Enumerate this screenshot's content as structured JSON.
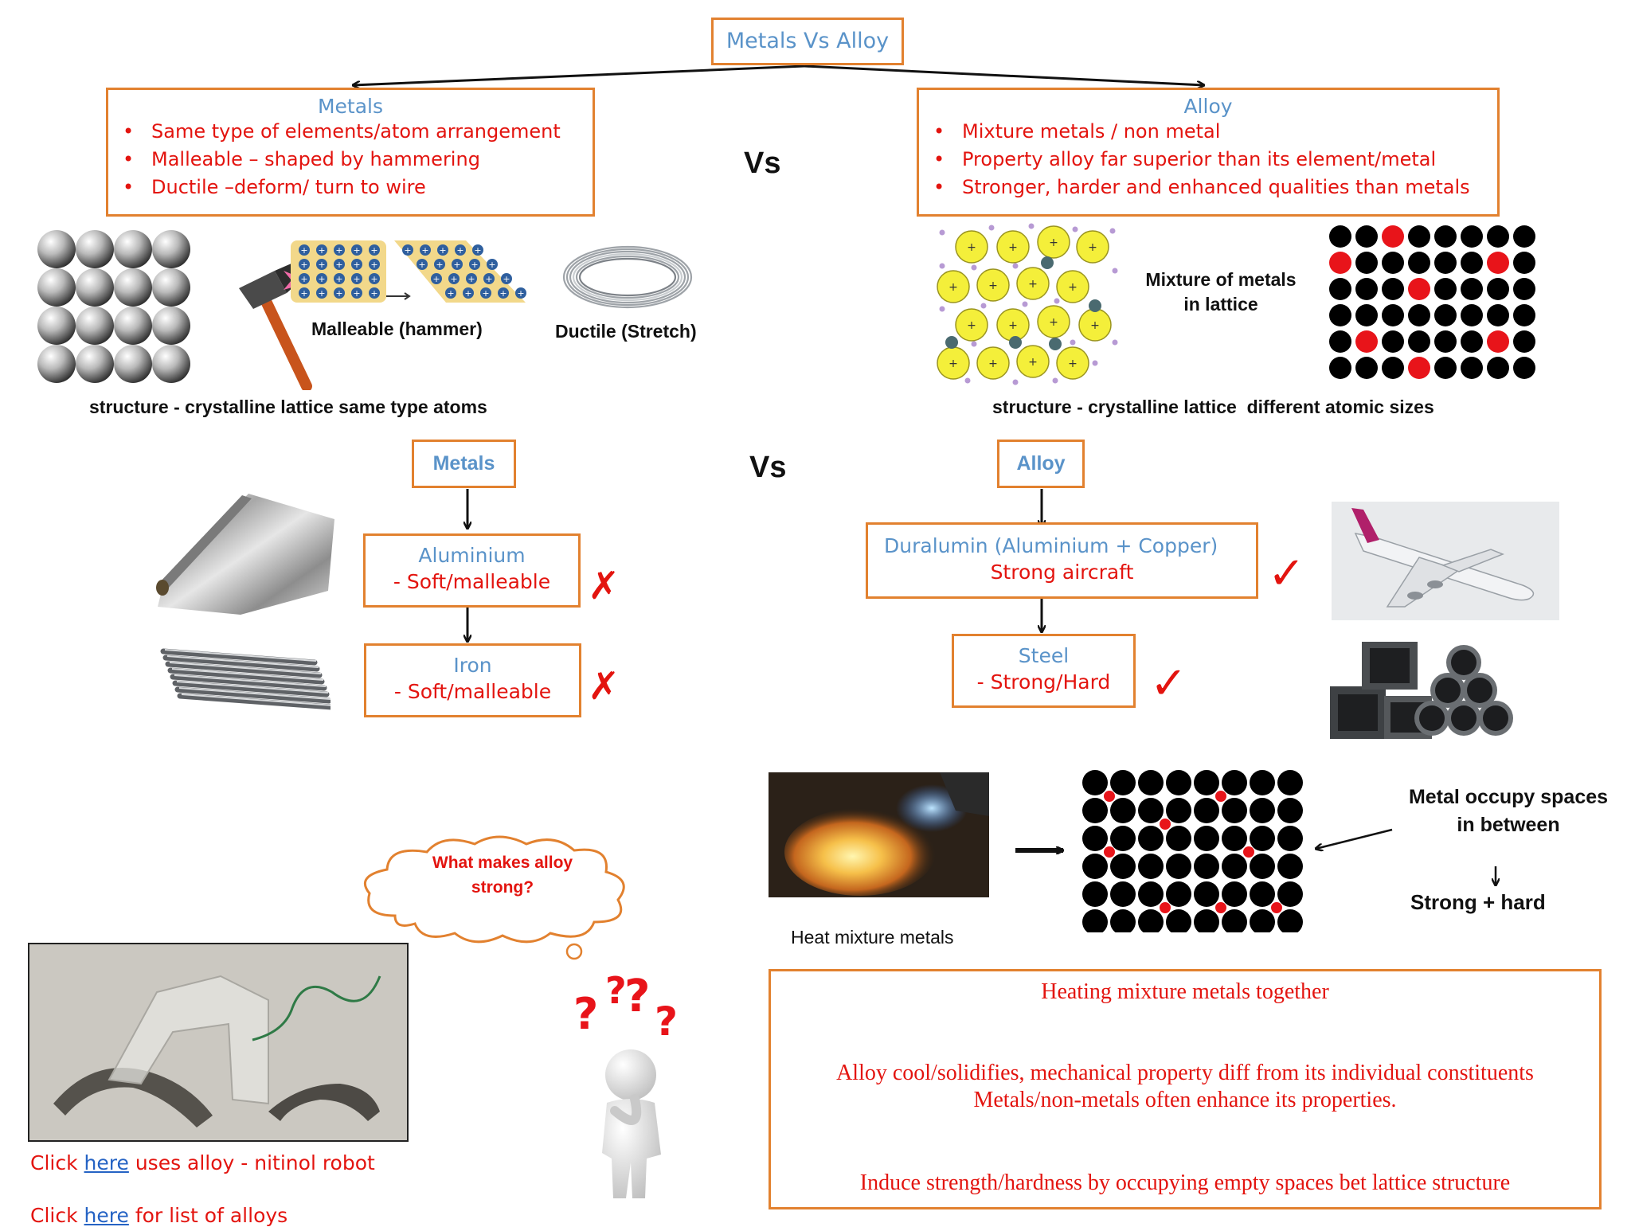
{
  "title": "Metals Vs Alloy",
  "vs_label": "Vs",
  "metals_box": {
    "heading": "Metals",
    "bullets": [
      "Same type of elements/atom arrangement",
      "Malleable – shaped by hammering",
      "Ductile –deform/ turn to wire"
    ]
  },
  "alloy_box": {
    "heading": "Alloy",
    "bullets": [
      "Mixture metals / non metal",
      "Property alloy far superior than its element/metal",
      "Stronger, harder and enhanced qualities than metals"
    ]
  },
  "metal_images": {
    "malleable_label": "Malleable (hammer)",
    "ductile_label": "Ductile (Stretch)",
    "structure_caption": "structure - crystalline lattice same type atoms"
  },
  "alloy_images": {
    "mixture_label_line1": "Mixture of metals",
    "mixture_label_line2": "in lattice",
    "structure_caption": "structure - crystalline lattice  different atomic sizes"
  },
  "metals_flow": {
    "heading": "Metals",
    "items": [
      {
        "name": "Aluminium",
        "property": "- Soft/malleable"
      },
      {
        "name": "Iron",
        "property": "- Soft/malleable"
      }
    ],
    "mark": "✗"
  },
  "alloy_flow": {
    "heading": "Alloy",
    "items": [
      {
        "name": "Duralumin (Aluminium + Copper)",
        "property": "Strong aircraft"
      },
      {
        "name": "Steel",
        "property": "- Strong/Hard"
      }
    ],
    "mark": "✓"
  },
  "heat_section": {
    "caption": "Heat mixture metals",
    "occupy_line1": "Metal occupy spaces",
    "occupy_line2": "in between",
    "result": "Strong + hard"
  },
  "thought_bubble": {
    "line1": "What makes alloy",
    "line2": "strong?"
  },
  "process_box": {
    "step1": "Heating mixture metals together",
    "step2_line1": "Alloy cool/solidifies, mechanical property diff from its individual constituents",
    "step2_line2": "Metals/non-metals often enhance its properties.",
    "step3": "Induce strength/hardness by occupying empty spaces bet lattice structure"
  },
  "links": [
    {
      "prefix": "Click ",
      "link_text": "here",
      "suffix": " uses alloy - nitinol robot"
    },
    {
      "prefix": "Click ",
      "link_text": "here",
      "suffix": " for list of alloys"
    }
  ],
  "colors": {
    "box_border": "#e2812f",
    "heading_blue": "#5a93c9",
    "text_red": "#e3140f",
    "link_blue": "#2563c4",
    "dot_black": "#000000",
    "dot_red": "#e8141a",
    "atom_yellow": "#f4ef3a"
  },
  "icons": [
    "hammer-icon",
    "wire-coil-icon",
    "airplane-icon",
    "steel-pipes-icon",
    "torch-flame-icon",
    "thinking-person-icon",
    "question-mark-icon",
    "cross-mark-icon",
    "check-mark-icon"
  ]
}
